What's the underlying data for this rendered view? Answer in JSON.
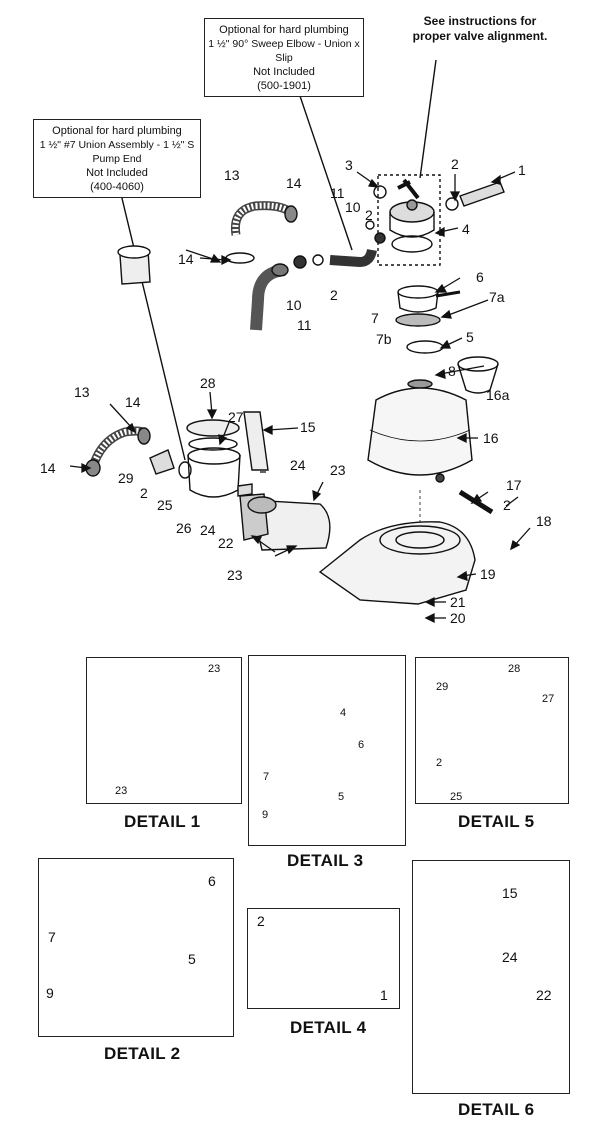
{
  "callouts": {
    "hard_plumbing_elbow": [
      "Optional for hard plumbing",
      "1 ½\" 90° Sweep Elbow - Union x Slip",
      "Not Included",
      "(500-1901)"
    ],
    "hard_plumbing_union": [
      "Optional for hard plumbing",
      "1 ½\" #7 Union Assembly - 1 ½\" S Pump End",
      "Not Included",
      "(400-4060)"
    ],
    "valve_alignment": [
      "See instructions for",
      "proper valve alignment."
    ]
  },
  "main_labels": {
    "l1": "1",
    "l2a": "2",
    "l3": "3",
    "l4": "4",
    "l10a": "10",
    "l2b": "2",
    "l11a": "11",
    "l13a": "13",
    "l14a": "14",
    "l14b": "14",
    "l10b": "10",
    "l2c": "2",
    "l11b": "11",
    "l6": "6",
    "l7a_right": "7a",
    "l7": "7",
    "l7b": "7b",
    "l5": "5",
    "l8": "8",
    "l16a": "16a",
    "l16": "16",
    "l28": "28",
    "l27": "27",
    "l15": "15",
    "l13b": "13",
    "l14c": "14",
    "l14d": "14",
    "l29": "29",
    "l2d": "2",
    "l25": "25",
    "l26": "26",
    "l24a": "24",
    "l24b": "24",
    "l23a": "23",
    "l22": "22",
    "l23b": "23",
    "l17": "17",
    "l2e": "2",
    "l18": "18",
    "l19": "19",
    "l21": "21",
    "l20": "20"
  },
  "details": {
    "d1": {
      "title": "DETAIL 1",
      "labels": [
        "23",
        "23"
      ]
    },
    "d3": {
      "title": "DETAIL 3",
      "labels": [
        "4",
        "6",
        "7",
        "5",
        "9"
      ]
    },
    "d5": {
      "title": "DETAIL 5",
      "labels": [
        "29",
        "28",
        "27",
        "2",
        "25"
      ]
    },
    "d2": {
      "title": "DETAIL 2",
      "labels": [
        "6",
        "7",
        "5",
        "9"
      ]
    },
    "d4": {
      "title": "DETAIL 4",
      "labels": [
        "2",
        "1"
      ]
    },
    "d6": {
      "title": "DETAIL 6",
      "labels": [
        "15",
        "24",
        "22"
      ]
    }
  }
}
